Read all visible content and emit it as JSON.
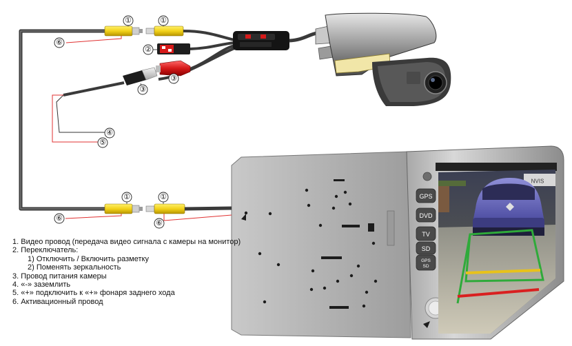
{
  "callouts": {
    "top_rca_left": "①",
    "top_rca_right": "①",
    "switch": "②",
    "red_rca": "③",
    "power_plug": "③",
    "ground": "④",
    "reverse_light": "⑤",
    "top_trigger": "⑥",
    "bottom_rca_left": "①",
    "bottom_rca_right": "①",
    "bottom_trigger_left": "⑥",
    "bottom_trigger_right": "⑥"
  },
  "monitor": {
    "buttons": [
      "GPS",
      "DVD",
      "TV",
      "SD"
    ],
    "gps_sd_top": "GPS",
    "gps_sd_bottom": "SD",
    "sign_fragment": "NVIS"
  },
  "legend": [
    "1. Видео провод (передача видео сигнала с камеры на монитор)",
    "2. Переключатель:",
    "1) Отключить / Включить разметку",
    "2) Поменять зеркальность",
    "3. Провод питания камеры",
    "4. «-» заземлить",
    "5. «+» подключить к «+» фонаря заднего хода",
    "6. Активационный провод"
  ],
  "colors": {
    "rca_yellow": "#f2d21a",
    "rca_red": "#d61a1a",
    "trigger_wire": "#e03030",
    "cable": "#3a3a3a",
    "guide_green": "#2faa3a",
    "guide_yellow": "#e8c21a",
    "guide_red": "#d92020"
  }
}
